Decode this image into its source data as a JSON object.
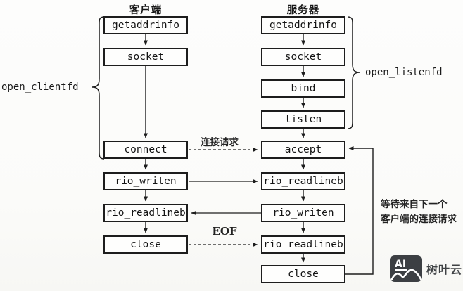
{
  "diagram": {
    "client": {
      "title": "客户端",
      "steps": [
        "getaddrinfo",
        "socket",
        "connect",
        "rio_writen",
        "rio_readlineb",
        "close"
      ]
    },
    "server": {
      "title": "服务器",
      "steps": [
        "getaddrinfo",
        "socket",
        "bind",
        "listen",
        "accept",
        "rio_readlineb",
        "rio_writen",
        "rio_readlineb",
        "close"
      ]
    },
    "braces": {
      "client_label": "open_clientfd",
      "server_label": "open_listenfd"
    },
    "edge_labels": {
      "connect_request": "连接请求",
      "eof": "EOF",
      "wait_line1": "等待来自下一个",
      "wait_line2": "客户端的连接请求"
    }
  },
  "watermark": {
    "logo_text": "AI",
    "brand": "树叶云"
  },
  "colors": {
    "ink": "#1d1d1d",
    "background": "#fbfbf9",
    "watermark_dark": "#3c3f43"
  }
}
